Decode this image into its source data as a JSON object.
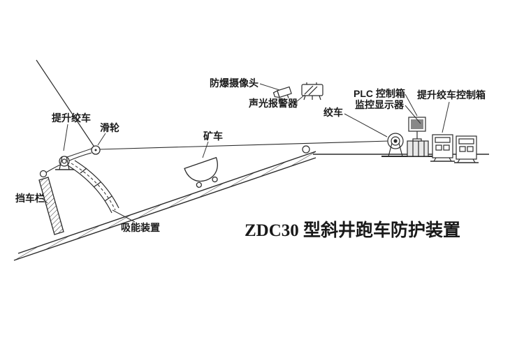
{
  "diagram": {
    "title": "ZDC30 型斜井跑车防护装置",
    "labels": {
      "camera": "防爆摄像头",
      "alarm": "声光报警器",
      "plc_box": "PLC 控制箱",
      "monitor": "监控显示器",
      "hoist_winch_control_box": "提升绞车控制箱",
      "hoist_winch": "提升绞车",
      "pulley": "滑轮",
      "mine_car": "矿车",
      "winch": "绞车",
      "car_barrier": "挡车栏",
      "energy_absorber": "吸能装置"
    },
    "colors": {
      "line": "#2b2b2b",
      "background": "#ffffff"
    }
  }
}
